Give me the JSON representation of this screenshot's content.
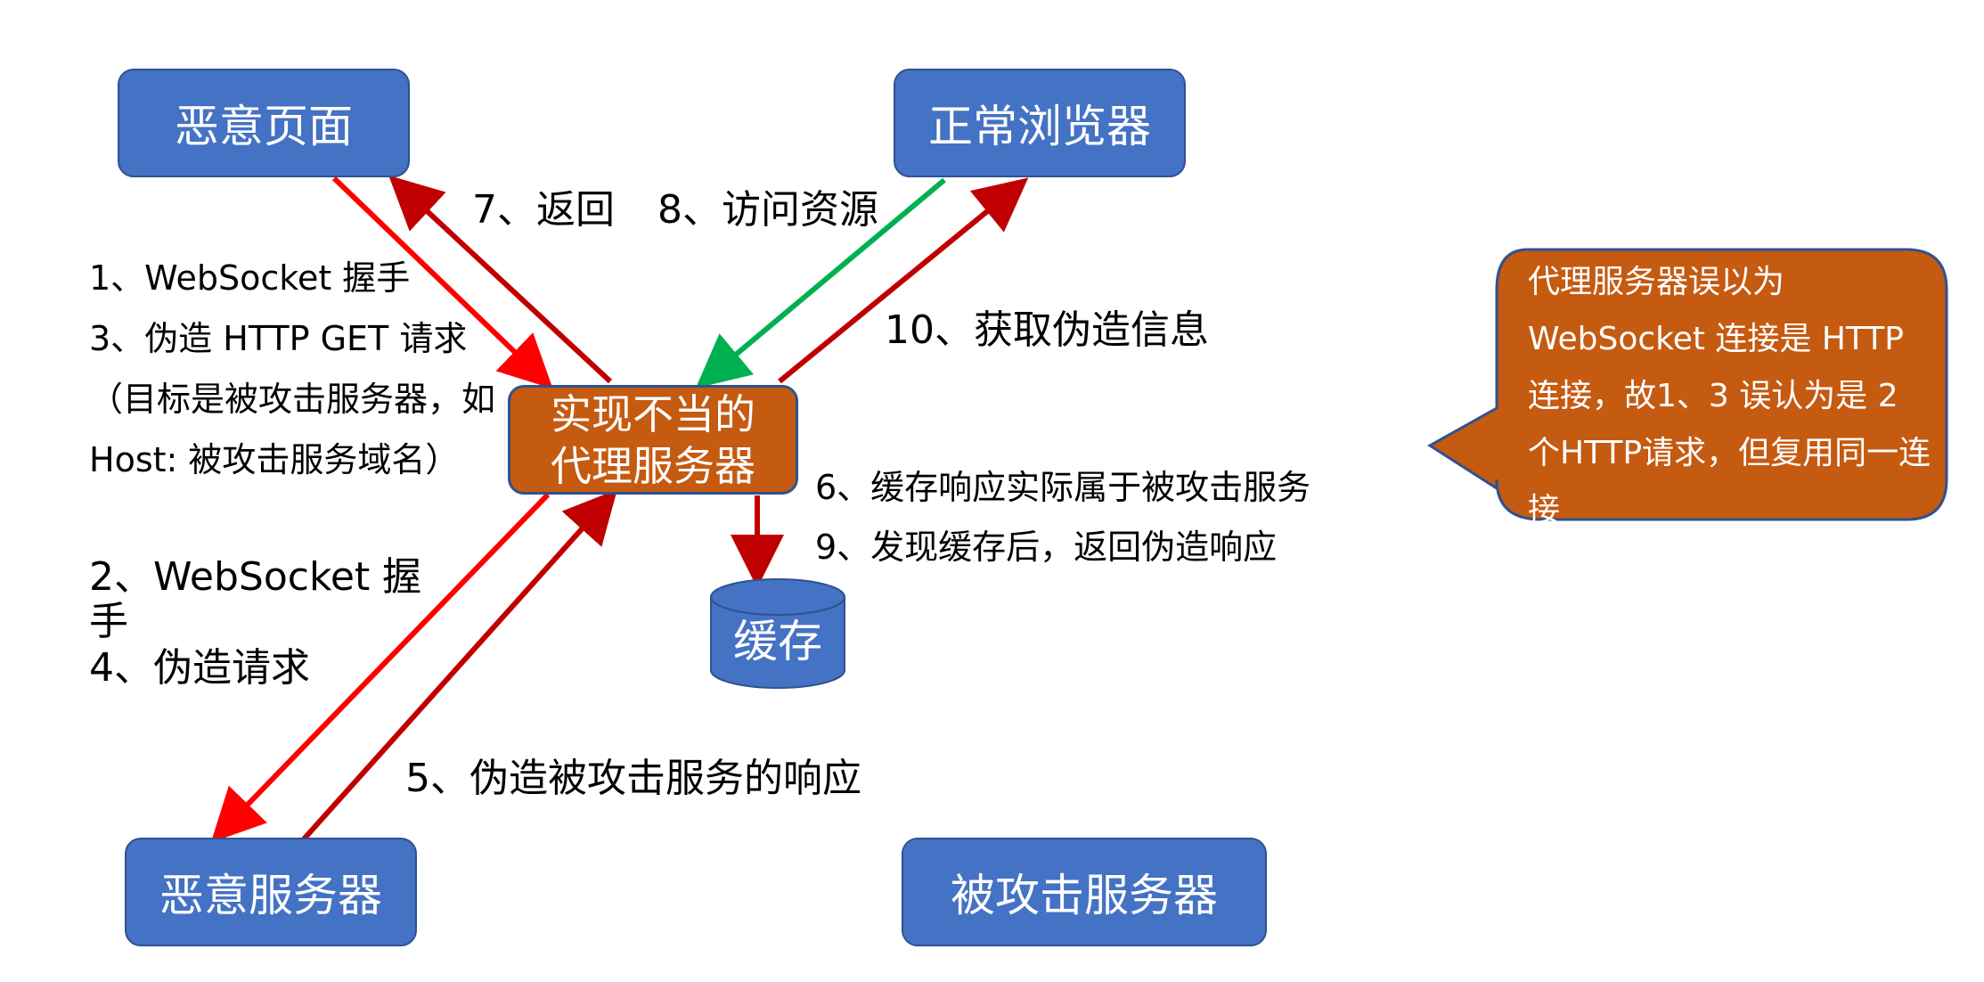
{
  "nodes": {
    "malicious_page": "恶意页面",
    "normal_browser": "正常浏览器",
    "proxy_line1": "实现不当的",
    "proxy_line2": "代理服务器",
    "cache": "缓存",
    "malicious_server": "恶意服务器",
    "attacked_server": "被攻击服务器"
  },
  "labels": {
    "step1": "1、WebSocket 握手",
    "step3": "3、伪造 HTTP GET 请求",
    "step3_target": "（目标是被攻击服务器，如",
    "step3_host": "Host: 被攻击服务域名）",
    "step7": "7、返回",
    "step8": "8、访问资源",
    "step10": "10、获取伪造信息",
    "step2_line1": "2、WebSocket 握",
    "step2_line2": "手",
    "step4": "4、伪造请求",
    "step6": "6、缓存响应实际属于被攻击服务",
    "step9": "9、发现缓存后，返回伪造响应",
    "step5": "5、伪造被攻击服务的响应"
  },
  "callout": {
    "line1": "代理服务器误以为",
    "line2": "WebSocket 连接是 HTTP",
    "line3": "连接，故1、3 误认为是 2",
    "line4": "个HTTP请求，但复用同一连",
    "line5": "接"
  },
  "colors": {
    "box_blue": "#4472c4",
    "proxy_orange": "#c55a11",
    "arrow_red": "#ff0000",
    "arrow_darkred": "#c00000",
    "arrow_green": "#00b050"
  }
}
